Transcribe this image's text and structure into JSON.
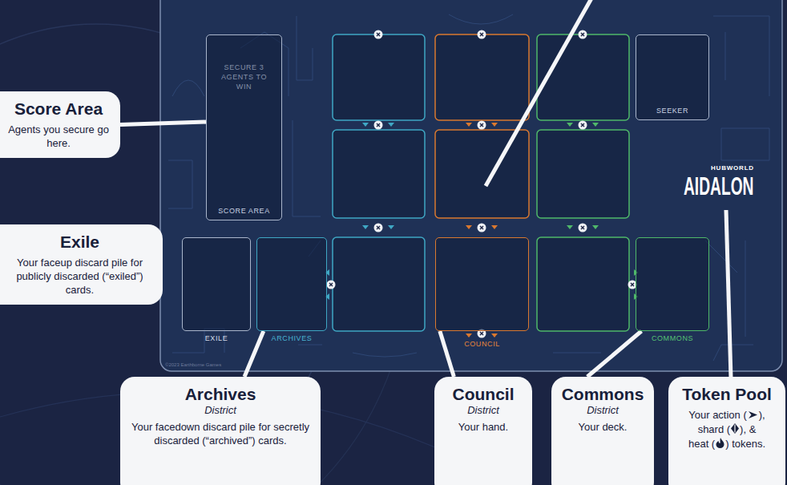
{
  "diagram": {
    "nodes": [
      {
        "text": [
          "Score Area",
          "Agents you secure go here."
        ]
      },
      {
        "text": [
          "SECURE 3 AGENTS TO WIN",
          "SCORE AREA"
        ]
      },
      {
        "text": [
          "SEEKER"
        ]
      },
      {
        "text": [
          "Exile",
          "Your faceup discard pile for publicly discarded (“exiled”) cards."
        ]
      },
      {
        "text": [
          "EXILE"
        ]
      },
      {
        "text": [
          "ARCHIVES"
        ]
      },
      {
        "text": [
          "COUNCIL"
        ]
      },
      {
        "text": [
          "COMMONS"
        ]
      },
      {
        "text": [
          "Archives",
          "District",
          "Your facedown discard pile for secretly discarded (“archived”) cards."
        ]
      },
      {
        "text": [
          "Council",
          "District",
          "Your hand."
        ]
      },
      {
        "text": [
          "Commons",
          "District",
          "Your deck."
        ]
      },
      {
        "text": [
          "Token Pool",
          "Your action (",
          "),",
          "shard (",
          "), &",
          "heat (",
          ") tokens."
        ]
      }
    ],
    "edges": [
      {
        "from": 0,
        "to": 1,
        "arrow": "none"
      },
      {
        "from": 8,
        "to": 5,
        "arrow": "none"
      },
      {
        "from": 9,
        "to": 6,
        "arrow": "none"
      },
      {
        "from": 10,
        "to": 7,
        "arrow": "none"
      }
    ],
    "labels": [
      "HUBWORLD",
      "AIDALON",
      "©2023 Earthborne Games"
    ]
  }
}
